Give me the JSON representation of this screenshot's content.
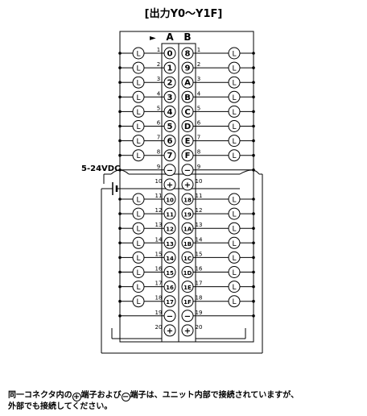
{
  "title": "[出力Y0～Y1F]",
  "header": {
    "arrow": "►",
    "col_a": "A",
    "col_b": "B"
  },
  "supply_label": "5-24VDC",
  "load_symbol": "L",
  "common_plus": "+",
  "common_minus": "−",
  "rows": [
    {
      "no": "1",
      "a": "0",
      "b": "8",
      "a_type": "output",
      "b_type": "output",
      "load": true
    },
    {
      "no": "2",
      "a": "1",
      "b": "9",
      "a_type": "output",
      "b_type": "output",
      "load": true
    },
    {
      "no": "3",
      "a": "2",
      "b": "A",
      "a_type": "output",
      "b_type": "output",
      "load": true
    },
    {
      "no": "4",
      "a": "3",
      "b": "B",
      "a_type": "output",
      "b_type": "output",
      "load": true
    },
    {
      "no": "5",
      "a": "4",
      "b": "C",
      "a_type": "output",
      "b_type": "output",
      "load": true
    },
    {
      "no": "6",
      "a": "5",
      "b": "D",
      "a_type": "output",
      "b_type": "output",
      "load": true
    },
    {
      "no": "7",
      "a": "6",
      "b": "E",
      "a_type": "output",
      "b_type": "output",
      "load": true
    },
    {
      "no": "8",
      "a": "7",
      "b": "F",
      "a_type": "output",
      "b_type": "output",
      "load": true
    },
    {
      "no": "9",
      "a": "−",
      "b": "−",
      "a_type": "minus",
      "b_type": "minus",
      "load": false
    },
    {
      "no": "10",
      "a": "+",
      "b": "+",
      "a_type": "plus",
      "b_type": "plus",
      "load": false
    },
    {
      "no": "11",
      "a": "10",
      "b": "18",
      "a_type": "output",
      "b_type": "output",
      "load": true
    },
    {
      "no": "12",
      "a": "11",
      "b": "19",
      "a_type": "output",
      "b_type": "output",
      "load": true
    },
    {
      "no": "13",
      "a": "12",
      "b": "1A",
      "a_type": "output",
      "b_type": "output",
      "load": true
    },
    {
      "no": "14",
      "a": "13",
      "b": "1B",
      "a_type": "output",
      "b_type": "output",
      "load": true
    },
    {
      "no": "15",
      "a": "14",
      "b": "1C",
      "a_type": "output",
      "b_type": "output",
      "load": true
    },
    {
      "no": "16",
      "a": "15",
      "b": "1D",
      "a_type": "output",
      "b_type": "output",
      "load": true
    },
    {
      "no": "17",
      "a": "16",
      "b": "1E",
      "a_type": "output",
      "b_type": "output",
      "load": true
    },
    {
      "no": "18",
      "a": "17",
      "b": "1F",
      "a_type": "output",
      "b_type": "output",
      "load": true
    },
    {
      "no": "19",
      "a": "−",
      "b": "−",
      "a_type": "minus",
      "b_type": "minus",
      "load": false
    },
    {
      "no": "20",
      "a": "+",
      "b": "+",
      "a_type": "plus",
      "b_type": "plus",
      "load": false
    }
  ],
  "note": {
    "part1": "同一コネクタ内の",
    "plus_symbol": "+",
    "part2": "端子および",
    "minus_symbol": "−",
    "part3": "端子は、ユニット内部で接続されていますが、",
    "line2": "外部でも接続してください。"
  }
}
